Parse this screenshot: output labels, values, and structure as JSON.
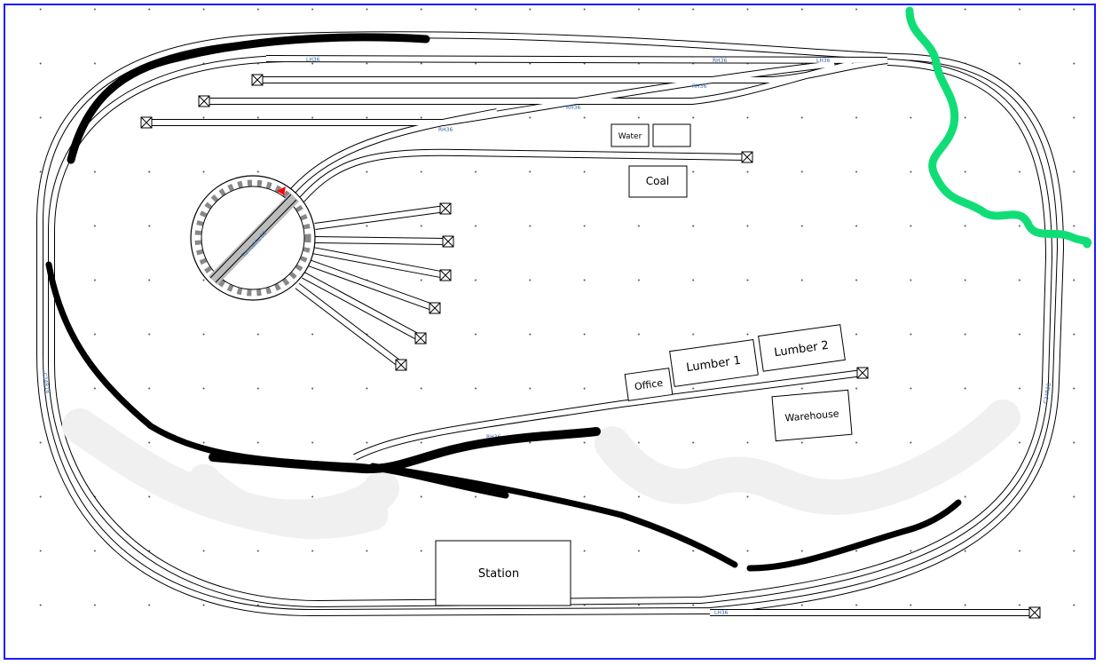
{
  "buildings": {
    "water": "Water",
    "coal": "Coal",
    "office": "Office",
    "lumber1": "Lumber 1",
    "lumber2": "Lumber 2",
    "warehouse": "Warehouse",
    "station": "Station"
  },
  "track_labels": {
    "top_left": "LH36",
    "top_mid": "RH36",
    "top_right": "LH36",
    "siding_1": "RH36",
    "siding_2": "RH36",
    "siding_3": "RH36",
    "turntable": "Turntable 90",
    "right_curve": "C24R18",
    "left_curve": "C24R18",
    "lower_siding": "RH36",
    "bottom": "LH36"
  },
  "colors": {
    "border": "#1a1aff",
    "marker_black": "#000000",
    "marker_green": "#11dd77",
    "turntable_arrow": "#ff0000"
  }
}
